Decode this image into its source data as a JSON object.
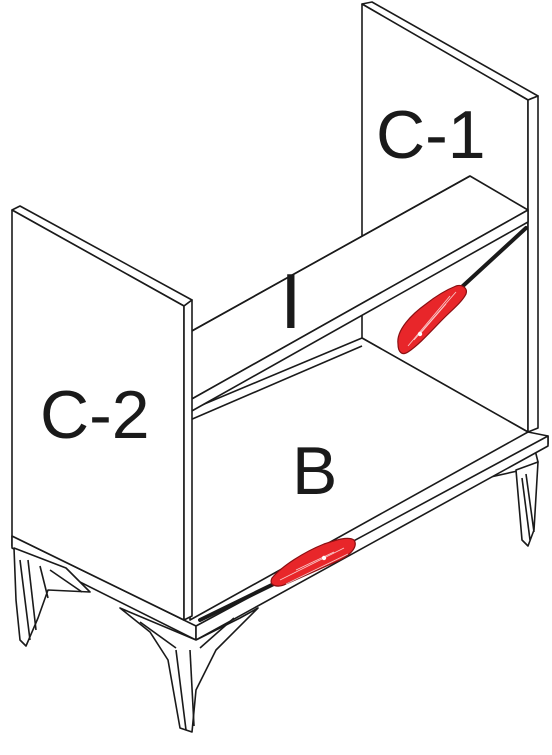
{
  "parts": {
    "c1": "C-1",
    "c2": "C-2",
    "shelf": "I",
    "bottom": "B"
  },
  "tools": [
    {
      "name": "screwdriver",
      "color": "#e8262a"
    },
    {
      "name": "screwdriver",
      "color": "#e8262a"
    }
  ],
  "colors": {
    "line": "#1a1a1a",
    "panel": "#ffffff",
    "tool_handle": "#e8262a"
  }
}
